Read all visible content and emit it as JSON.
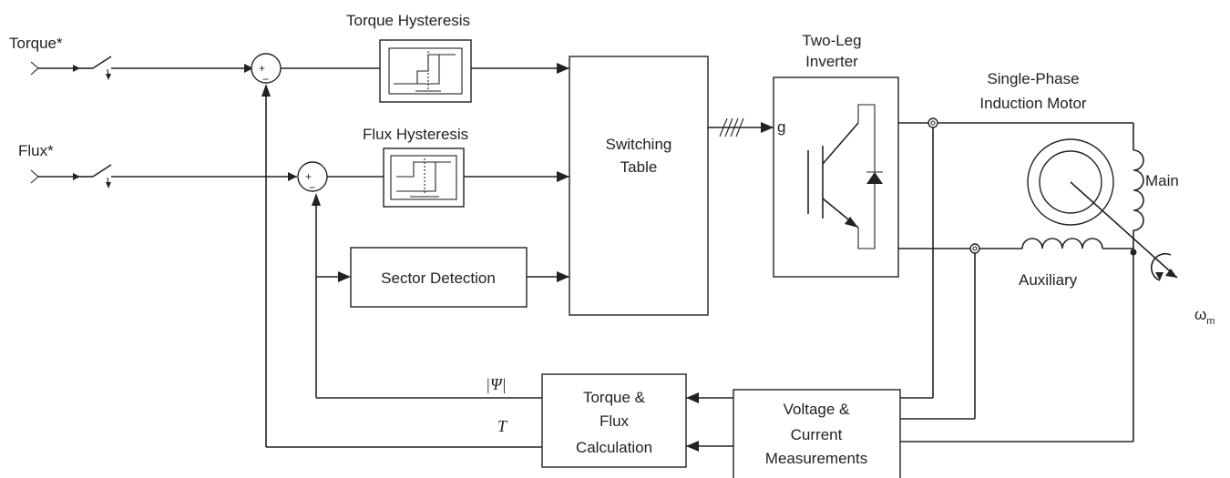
{
  "inputs": {
    "torque_ref": "Torque*",
    "flux_ref": "Flux*"
  },
  "blocks": {
    "torque_hysteresis": "Torque Hysteresis",
    "flux_hysteresis": "Flux Hysteresis",
    "switching_table": [
      "Switching",
      "Table"
    ],
    "sector_detection": "Sector Detection",
    "inverter_title": [
      "Two-Leg",
      "Inverter"
    ],
    "gate_label": "g",
    "motor_title": [
      "Single-Phase",
      "Induction Motor"
    ],
    "torque_flux_calc": [
      "Torque &",
      "Flux",
      "Calculation"
    ],
    "measurements": [
      "Voltage &",
      "Current",
      "Measurements"
    ]
  },
  "motor": {
    "main_winding": "Main",
    "aux_winding": "Auxiliary",
    "speed_symbol": "ω",
    "speed_subscript": "m"
  },
  "signals": {
    "flux_magnitude": "|Ψ|",
    "torque": "T"
  },
  "sum_signs": {
    "plus": "+",
    "minus": "−"
  }
}
